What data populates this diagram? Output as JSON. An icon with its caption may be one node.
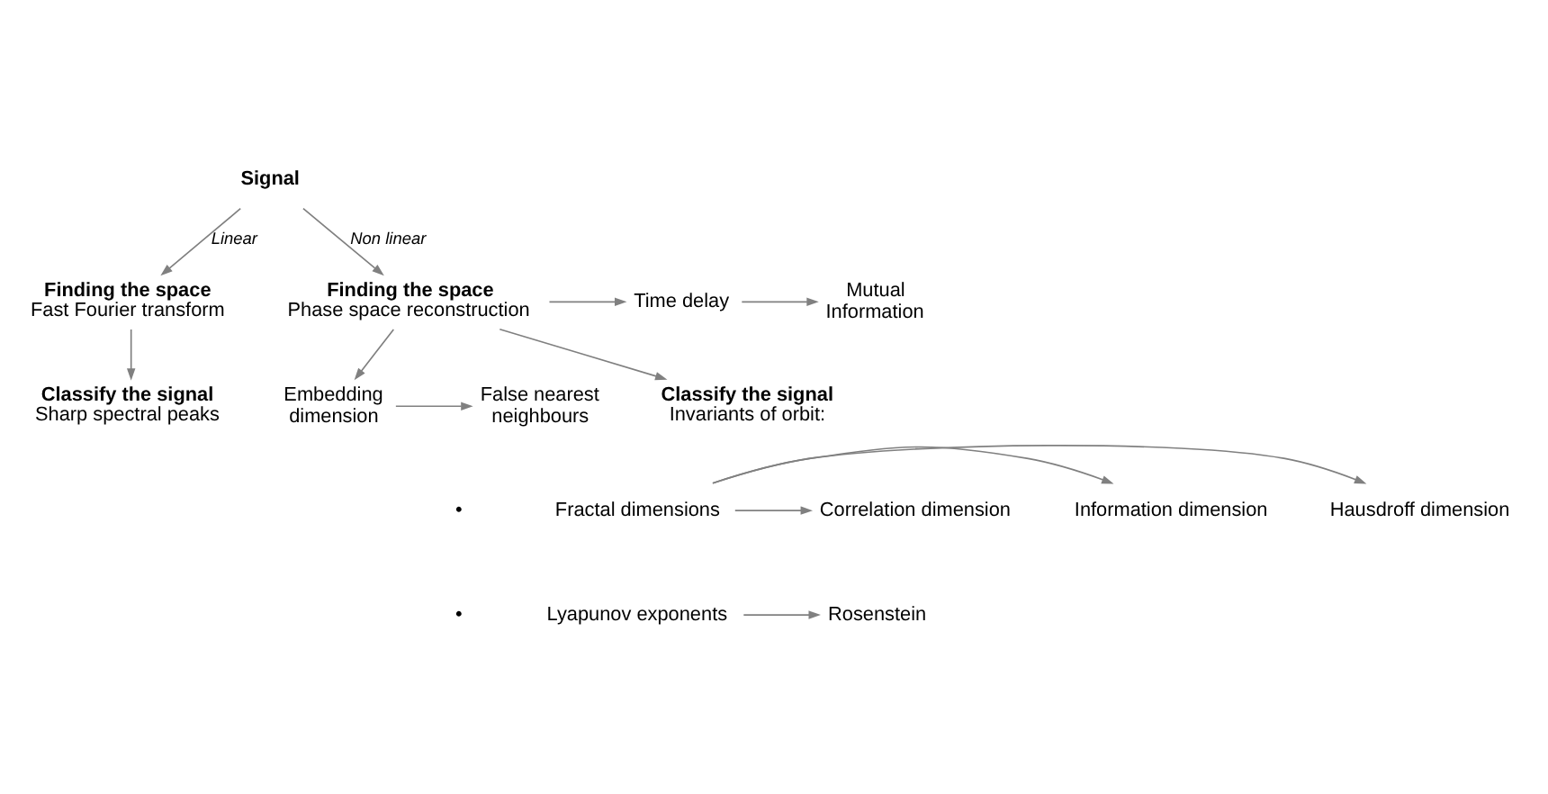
{
  "diagram": {
    "nodes": [
      {
        "text": [
          "Signal"
        ]
      },
      {
        "text": [
          "Finding the space",
          "Fast Fourier transform"
        ]
      },
      {
        "text": [
          "Finding the space",
          "Phase space reconstruction"
        ]
      },
      {
        "text": [
          "Time delay"
        ]
      },
      {
        "text": [
          "Mutual Information"
        ]
      },
      {
        "text": [
          "Embedding dimension"
        ]
      },
      {
        "text": [
          "False nearest neighbours"
        ]
      },
      {
        "text": [
          "Classify the signal",
          "Sharp spectral peaks"
        ]
      },
      {
        "text": [
          "Classify the signal",
          "Invariants of orbit:"
        ]
      },
      {
        "text": [
          "Fractal dimensions"
        ]
      },
      {
        "text": [
          "Hausdroff dimension"
        ]
      },
      {
        "text": [
          "Information dimension"
        ]
      },
      {
        "text": [
          "Correlation dimension"
        ]
      },
      {
        "text": [
          "Lyapunov exponents"
        ]
      },
      {
        "text": [
          "Rosenstein"
        ]
      }
    ],
    "edges": [
      {
        "from": 0,
        "to": 1,
        "arrow": "to",
        "label": "Linear"
      },
      {
        "from": 0,
        "to": 2,
        "arrow": "to",
        "label": "Non linear"
      },
      {
        "from": 2,
        "to": 3,
        "arrow": "to"
      },
      {
        "from": 2,
        "to": 5,
        "arrow": "to"
      },
      {
        "from": 3,
        "to": 4,
        "arrow": "to"
      },
      {
        "from": 5,
        "to": 6,
        "arrow": "to"
      },
      {
        "from": 1,
        "to": 7,
        "arrow": "to"
      },
      {
        "from": 2,
        "to": 8,
        "arrow": "to"
      },
      {
        "from": 9,
        "to": 10,
        "arrow": "to"
      },
      {
        "from": 9,
        "to": 11,
        "arrow": "to"
      },
      {
        "from": 9,
        "to": 12,
        "arrow": "to"
      },
      {
        "from": 13,
        "to": 14,
        "arrow": "to"
      }
    ],
    "labels": [
      "•",
      "•"
    ]
  }
}
